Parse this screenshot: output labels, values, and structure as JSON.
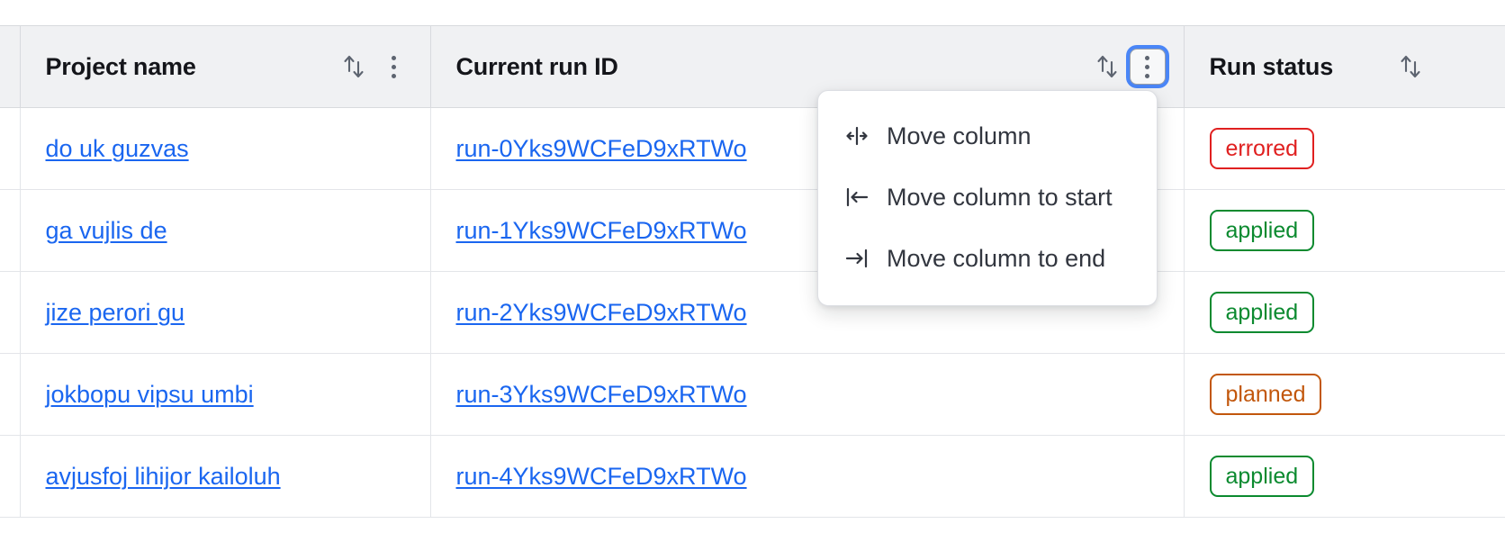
{
  "table": {
    "columns": [
      {
        "key": "gutter",
        "label": "",
        "has_sort": false,
        "has_menu": false
      },
      {
        "key": "project_name",
        "label": "Project name",
        "has_sort": true,
        "has_menu": true,
        "menu_focused": false
      },
      {
        "key": "current_run_id",
        "label": "Current run ID",
        "has_sort": true,
        "has_menu": true,
        "menu_focused": true
      },
      {
        "key": "run_status",
        "label": "Run status",
        "has_sort": true,
        "has_menu": false,
        "menu_focused": false
      }
    ],
    "rows": [
      {
        "project_name": "do uk guzvas",
        "current_run_id": "run-0Yks9WCFeD9xRTWo",
        "run_status": "errored"
      },
      {
        "project_name": "ga vujlis de",
        "current_run_id": "run-1Yks9WCFeD9xRTWo",
        "run_status": "applied"
      },
      {
        "project_name": "jize perori gu",
        "current_run_id": "run-2Yks9WCFeD9xRTWo",
        "run_status": "applied"
      },
      {
        "project_name": "jokbopu vipsu umbi",
        "current_run_id": "run-3Yks9WCFeD9xRTWo",
        "run_status": "planned"
      },
      {
        "project_name": "avjusfoj lihijor kailoluh",
        "current_run_id": "run-4Yks9WCFeD9xRTWo",
        "run_status": "applied"
      }
    ]
  },
  "status_colors": {
    "errored": "#e02020",
    "applied": "#0b8a2f",
    "planned": "#c2570c"
  },
  "column_menu": {
    "items": [
      {
        "icon": "move-column-icon",
        "label": "Move column"
      },
      {
        "icon": "move-column-to-start-icon",
        "label": "Move column to start"
      },
      {
        "icon": "move-column-to-end-icon",
        "label": "Move column to end"
      }
    ]
  },
  "colors": {
    "link": "#1a66f0",
    "header_bg": "#f0f1f3",
    "focus_ring": "#4a86f7",
    "border": "#e3e5e9"
  }
}
